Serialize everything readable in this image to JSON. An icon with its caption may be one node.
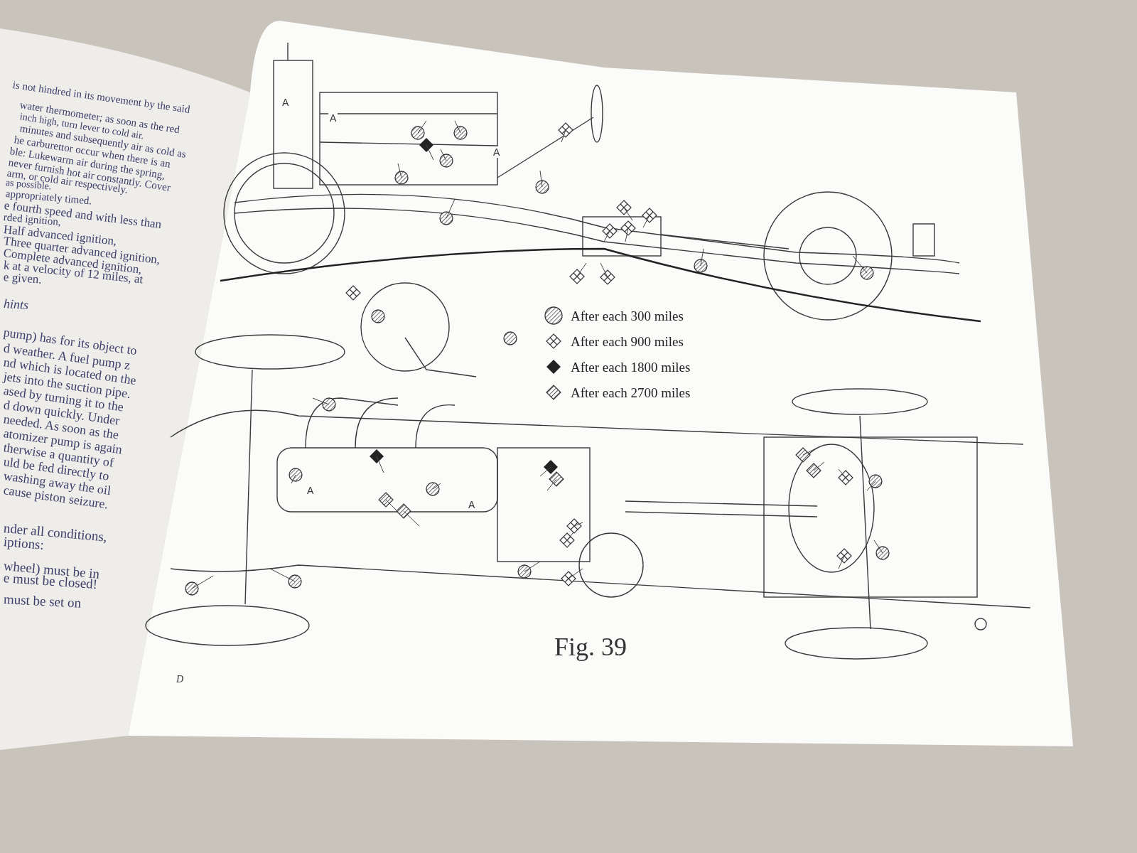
{
  "diagram": {
    "caption": "Fig. 39",
    "labels": [
      "is not hindred in its movement by the said",
      "water thermometer; as soon as the red",
      "inch high, turn lever to cold air.",
      "minutes and subsequently air as cold as",
      "he carburettor occur when there is an",
      "ble: Lukewarm air during the spring,",
      "never furnish hot air constantly. Cover",
      "arm, or cold air respectively.",
      "as possible.",
      "appropriately timed.",
      "e fourth speed and with less than",
      "rded ignition,",
      "Half advanced ignition,",
      "Three quarter advanced ignition,",
      "Complete advanced ignition,",
      "k at a velocity of 12 miles, at",
      "e given.",
      "hints",
      "pump) has for its object to",
      "d weather. A fuel pump z",
      "nd which is located on the",
      "jets into the suction pipe.",
      "ased by turning it to the",
      "d down quickly. Under",
      "needed. As soon as the",
      "atomizer pump is again",
      "therwise a quantity of",
      "uld be fed directly to",
      "washing away the oil",
      "cause piston seizure.",
      "nder all conditions,",
      "iptions:",
      "wheel) must be in",
      "e must be closed!",
      "must be set on",
      "A",
      "A",
      "A",
      "A",
      "A",
      "D"
    ],
    "legend": [
      {
        "text": "After each 300 miles"
      },
      {
        "text": "After each 900 miles"
      },
      {
        "text": "After each 1800 miles"
      },
      {
        "text": "After each 2700 miles"
      }
    ]
  }
}
